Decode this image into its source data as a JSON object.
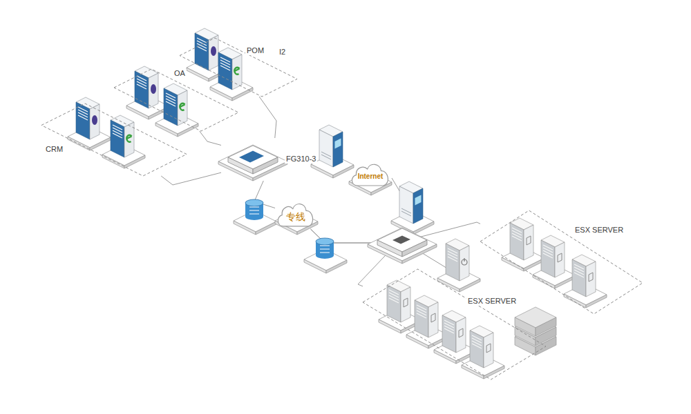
{
  "diagram": {
    "nodes": [
      {
        "text": [
          "POM",
          "I2"
        ]
      },
      {
        "text": [
          "OA"
        ]
      },
      {
        "text": [
          "CRM"
        ]
      },
      {
        "text": [
          "FG310-3"
        ]
      },
      {
        "text": [
          "Internet"
        ]
      },
      {
        "text": [
          "专线"
        ]
      },
      {
        "text": [
          "ESX SERVER"
        ]
      },
      {
        "text": [
          "ESX SERVER"
        ]
      }
    ],
    "edges": [
      {
        "from": 0,
        "to": 3,
        "arrow": "none"
      },
      {
        "from": 1,
        "to": 3,
        "arrow": "none"
      },
      {
        "from": 2,
        "to": 3,
        "arrow": "none"
      },
      {
        "from": 3,
        "to": 4,
        "arrow": "none"
      },
      {
        "from": 3,
        "to": 5,
        "arrow": "none"
      },
      {
        "from": 5,
        "to": 6,
        "arrow": "none"
      },
      {
        "from": 5,
        "to": 7,
        "arrow": "none"
      }
    ]
  }
}
